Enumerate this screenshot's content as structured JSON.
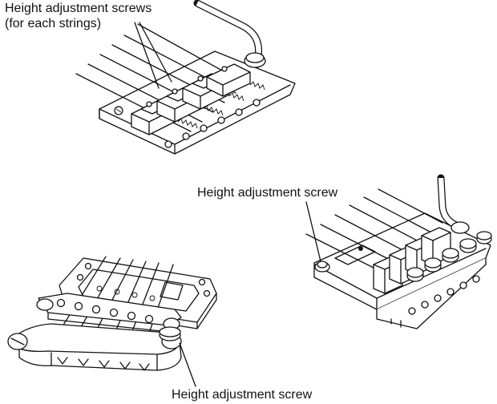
{
  "labels": {
    "top_line1": "Height adjustment screws",
    "top_line2": "(for each strings)",
    "right": "Height adjustment screw",
    "bottom": "Height adjustment screw"
  },
  "colors": {
    "ink": "#111111",
    "background": "#ffffff"
  }
}
